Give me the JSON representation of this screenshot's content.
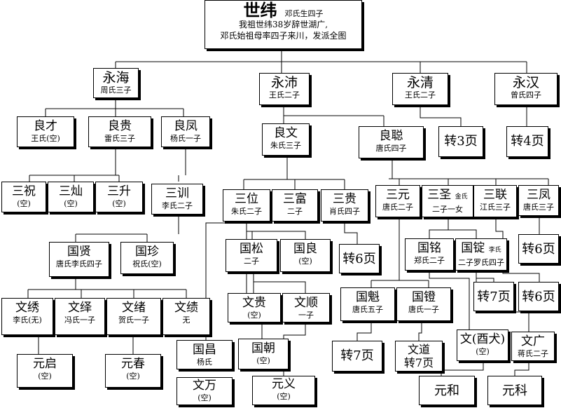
{
  "root": {
    "name": "世纬",
    "note": "邓氏生四子",
    "line1": "我祖世纬38岁辞世湖广,",
    "line2": "邓氏始祖母率四子来川，发派全图"
  },
  "gen1": [
    {
      "name": "永海",
      "sub": "周氏三子"
    },
    {
      "name": "永沛",
      "sub": "王氏二子"
    },
    {
      "name": "永清",
      "sub": "王氏二子"
    },
    {
      "name": "永汉",
      "sub": "曾氏四子"
    }
  ],
  "refs": {
    "p3": "转3页",
    "p4": "转4页",
    "p6a": "转6页",
    "p6b": "转6页",
    "p6c": "转6页",
    "p7a": "转7页",
    "p7b": "转7页"
  },
  "gen2": [
    {
      "name": "良才",
      "sub": "王氏(空)"
    },
    {
      "name": "良贵",
      "sub": "雷氏三子"
    },
    {
      "name": "良凤",
      "sub": "杨氏一子"
    },
    {
      "name": "良文",
      "sub": "朱氏三子"
    },
    {
      "name": "良聪",
      "sub": "唐氏四子"
    }
  ],
  "gen3": [
    {
      "name": "三祝",
      "sub": "(空)"
    },
    {
      "name": "三灿",
      "sub": "(空)"
    },
    {
      "name": "三升",
      "sub": "(空)"
    },
    {
      "name": "三训",
      "sub": "李氏二子"
    },
    {
      "name": "三位",
      "sub": "朱氏二子"
    },
    {
      "name": "三富",
      "sub": "二子"
    },
    {
      "name": "三贵",
      "sub": "肖氏四子"
    },
    {
      "name": "三元",
      "sub": "唐氏二子"
    },
    {
      "name": "三圣",
      "note": "金氏",
      "sub": "二子一女"
    },
    {
      "name": "三联",
      "sub": "江氏三子"
    },
    {
      "name": "三凤",
      "sub": "唐氏三子"
    }
  ],
  "gen4": [
    {
      "name": "国贤",
      "sub": "唐氏李氏四子"
    },
    {
      "name": "国珍",
      "sub": "祝氏(空)"
    },
    {
      "name": "国松",
      "sub": "二子"
    },
    {
      "name": "国良",
      "sub": "(空)"
    },
    {
      "name": "国魁",
      "sub": "唐氏五子"
    },
    {
      "name": "国镫",
      "sub": "唐氏一子"
    },
    {
      "name": "国铭",
      "sub": "郑氏二子"
    },
    {
      "name": "国锭",
      "note": "李氏",
      "sub": "二子罗氏四子"
    },
    {
      "name": "国昌",
      "sub": "杨氏"
    },
    {
      "name": "国朝",
      "sub": "(空)"
    }
  ],
  "gen5": [
    {
      "name": "文绣",
      "sub": "李氏(无)"
    },
    {
      "name": "文绎",
      "sub": "冯氏一子"
    },
    {
      "name": "文绪",
      "sub": "贺氏一子"
    },
    {
      "name": "文绩",
      "sub": "无"
    },
    {
      "name": "文贵",
      "sub": "(空)"
    },
    {
      "name": "文顺",
      "sub": "一子"
    },
    {
      "name": "文道",
      "sub": "转7页"
    },
    {
      "name": "文(酉犬)",
      "sub": "(空)"
    },
    {
      "name": "文广",
      "sub": "蒋氏二子"
    },
    {
      "name": "文万",
      "sub": "(空)"
    }
  ],
  "gen6": [
    {
      "name": "元启",
      "sub": "(空)"
    },
    {
      "name": "元春",
      "sub": "(空)"
    },
    {
      "name": "元义",
      "sub": "(空)"
    },
    {
      "name": "元和"
    },
    {
      "name": "元科"
    }
  ]
}
